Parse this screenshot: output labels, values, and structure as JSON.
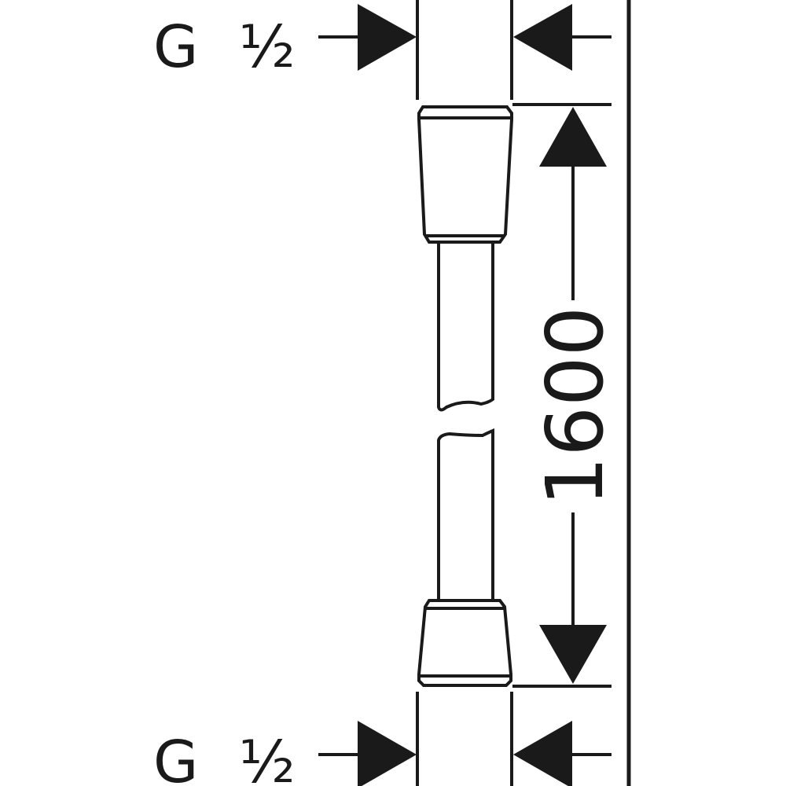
{
  "drawing": {
    "top_thread_label": "G ½",
    "bottom_thread_label": "G ½",
    "length_dimension": "1600",
    "line_color": "#1a1a1a"
  }
}
